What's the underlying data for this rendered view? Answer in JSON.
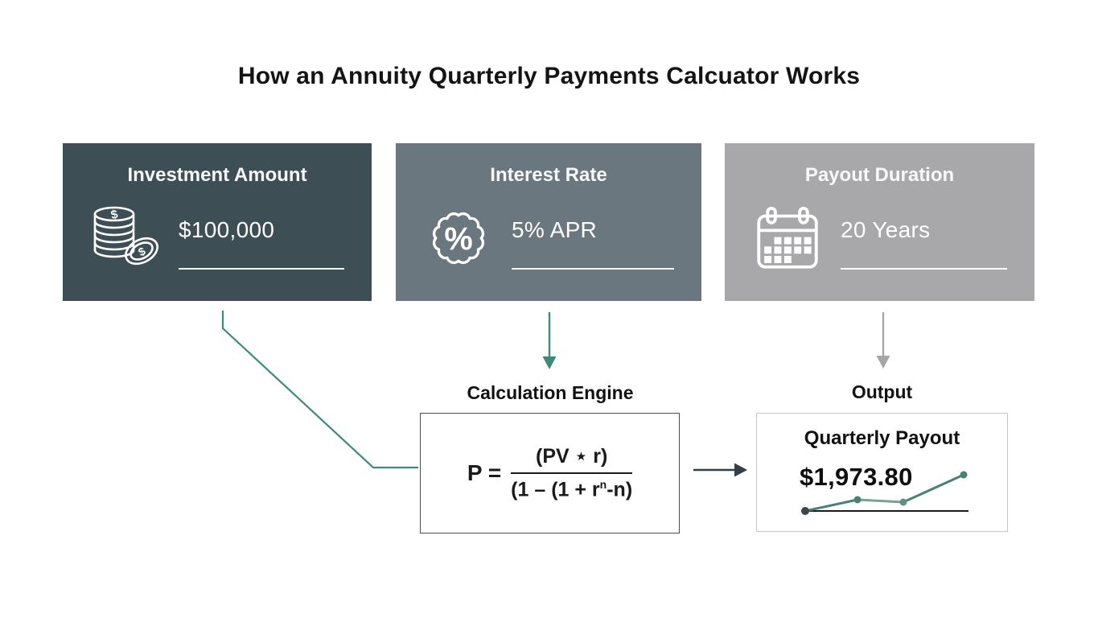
{
  "title": "How an Annuity Quarterly Payments Calcuator Works",
  "cards": [
    {
      "label": "Investment Amount",
      "value": "$100,000",
      "icon": "coins-icon",
      "bg": "#3d4e55"
    },
    {
      "label": "Interest Rate",
      "value": "5% APR",
      "icon": "percent-badge-icon",
      "bg": "#6b777e"
    },
    {
      "label": "Payout Duration",
      "value": "20 Years",
      "icon": "calendar-icon",
      "bg": "#a8a8aa"
    }
  ],
  "engine": {
    "label": "Calculation Engine",
    "formula": {
      "lhs": "P =",
      "numerator": "(PV ⋆ r)",
      "denominator_pre": "(1 – (1 + r",
      "denominator_sup": "n",
      "denominator_post": "-n)"
    }
  },
  "output": {
    "label": "Output",
    "heading": "Quarterly Payout",
    "value": "$1,973.80"
  },
  "colors": {
    "background": "#ffffff",
    "card1_bg": "#3d4e55",
    "card2_bg": "#6b777e",
    "card3_bg": "#a8a8aa",
    "teal_accent": "#3c8a7c",
    "gray_arrow": "#a6a6a6",
    "dark_arrow": "#333f45",
    "engine_border": "#4c4c4c",
    "output_border": "#c4c3c7",
    "chart_line": "#4a8175",
    "chart_line_light": "#74a491",
    "chart_dot_dark": "#39464b"
  }
}
